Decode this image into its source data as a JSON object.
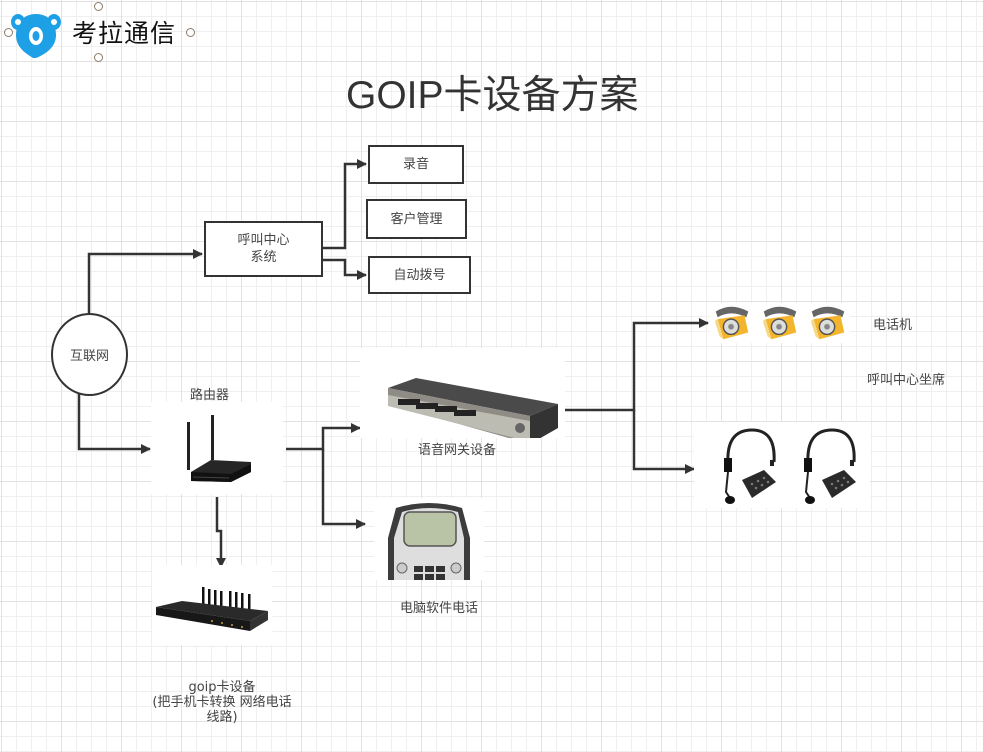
{
  "logo": {
    "brand_name": "考拉通信",
    "icon": "koala-logo-icon",
    "color": "#1ea0e6"
  },
  "diagram": {
    "title": "GOIP卡设备方案",
    "nodes": {
      "internet": {
        "label": "互联网",
        "shape": "ellipse"
      },
      "call_center_system": {
        "label_line1": "呼叫中心",
        "label_line2": "系统",
        "shape": "rectangle"
      },
      "recording": {
        "label": "录音",
        "shape": "rectangle"
      },
      "customer_management": {
        "label": "客户管理",
        "shape": "rectangle"
      },
      "auto_dial": {
        "label": "自动拨号",
        "shape": "rectangle"
      },
      "router": {
        "label": "路由器",
        "icon": "router-icon"
      },
      "voice_gateway": {
        "label": "语音网关设备",
        "icon": "voice-gateway-icon"
      },
      "softphone": {
        "label": "电脑软件电话",
        "icon": "softphone-icon"
      },
      "goip_device": {
        "label_line1": "goip卡设备",
        "label_line2": "(把手机卡转换 网络电话",
        "label_line3": "线路)",
        "icon": "goip-device-icon"
      },
      "telephones": {
        "label": "电话机",
        "count": 3,
        "icon": "telephone-icon",
        "color": "#f3b52c"
      },
      "agent_seats": {
        "label": "呼叫中心坐席",
        "count": 2,
        "icon": "headset-phone-icon"
      }
    },
    "edges": [
      {
        "from": "互联网",
        "to": "呼叫中心系统"
      },
      {
        "from": "呼叫中心系统",
        "to": "录音"
      },
      {
        "from": "呼叫中心系统",
        "to": "自动拨号"
      },
      {
        "from": "互联网",
        "to": "路由器"
      },
      {
        "from": "路由器",
        "to": "语音网关设备"
      },
      {
        "from": "路由器",
        "to": "电脑软件电话"
      },
      {
        "from": "路由器",
        "to": "goip卡设备"
      },
      {
        "from": "语音网关设备",
        "to": "电话机"
      },
      {
        "from": "语音网关设备",
        "to": "呼叫中心坐席"
      }
    ],
    "line_color": "#333333"
  }
}
